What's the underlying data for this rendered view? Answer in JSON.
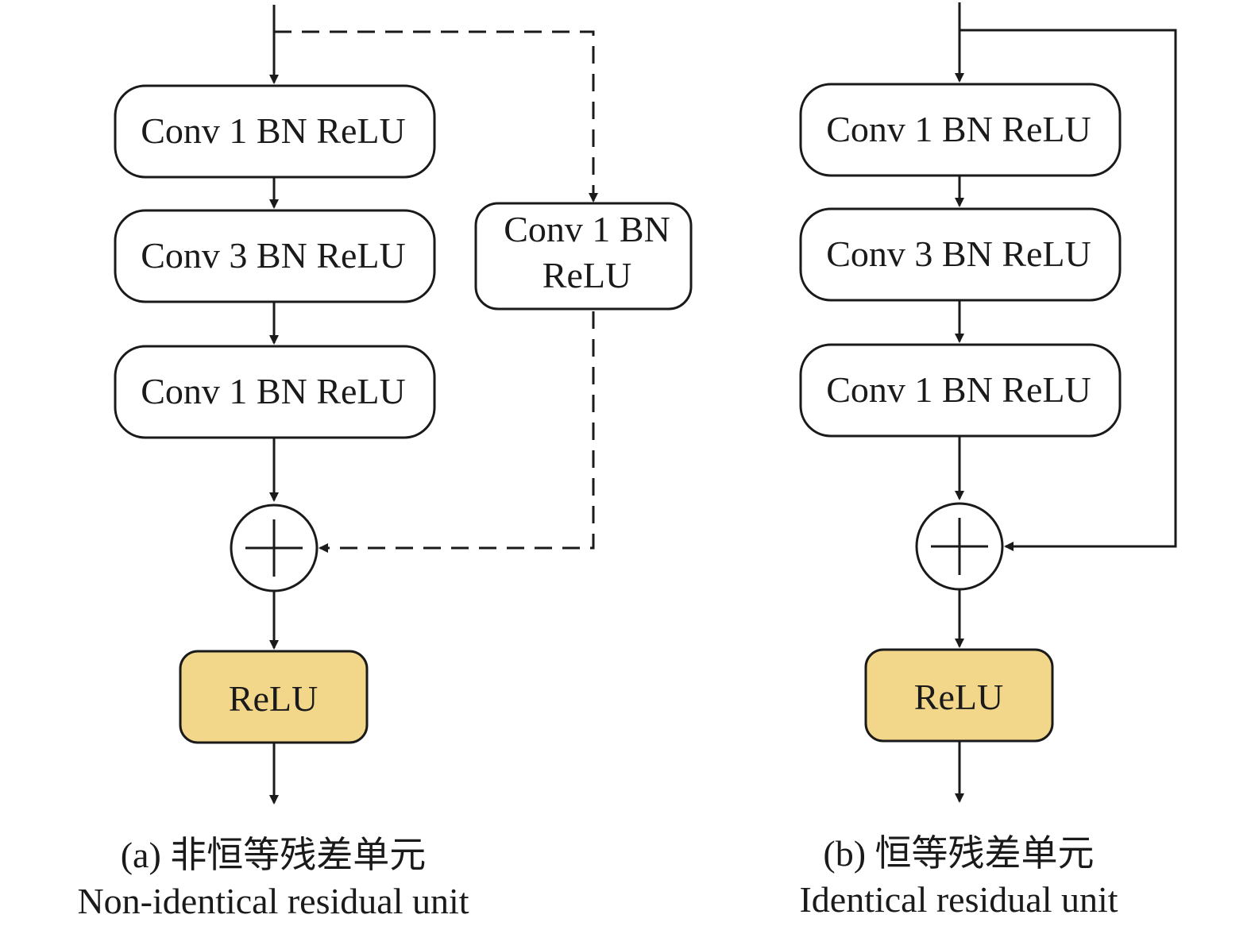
{
  "colors": {
    "stroke": "#1a1a1a",
    "block_fill": "#ffffff",
    "relu_fill": "#f2d68a",
    "background": "#ffffff"
  },
  "diagram_a": {
    "block1": "Conv 1 BN ReLU",
    "block2": "Conv 3 BN ReLU",
    "block3": "Conv 1 BN ReLU",
    "shortcut_line1": "Conv 1 BN",
    "shortcut_line2": "ReLU",
    "adder_icon": "plus-circle-icon",
    "relu": "ReLU",
    "caption_cn": "(a) 非恒等残差单元",
    "caption_en": "Non-identical residual unit"
  },
  "diagram_b": {
    "block1": "Conv 1 BN ReLU",
    "block2": "Conv 3 BN ReLU",
    "block3": "Conv 1 BN ReLU",
    "adder_icon": "plus-circle-icon",
    "relu": "ReLU",
    "caption_cn": "(b) 恒等残差单元",
    "caption_en": "Identical residual unit"
  }
}
